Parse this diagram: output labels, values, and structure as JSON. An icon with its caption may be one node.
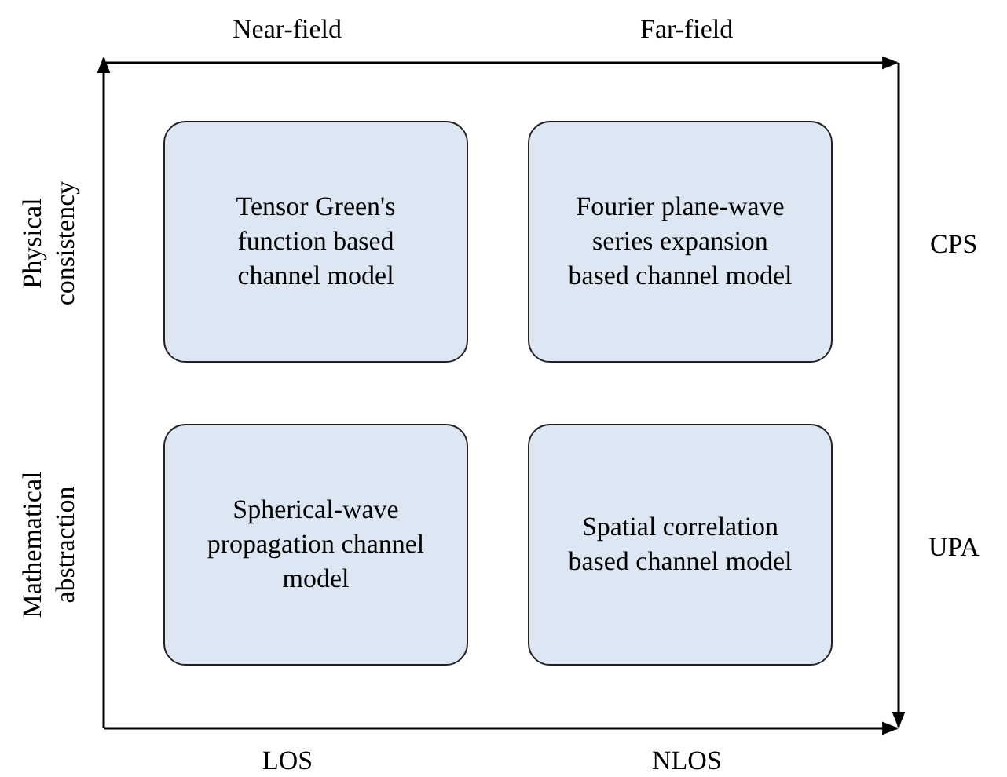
{
  "diagram": {
    "nodes": [
      {
        "text": [
          "Tensor Green's function based channel model"
        ]
      },
      {
        "text": [
          "Fourier plane-wave series expansion based channel model"
        ]
      },
      {
        "text": [
          "Spherical-wave propagation channel model"
        ]
      },
      {
        "text": [
          "Spatial correlation based channel model"
        ]
      }
    ],
    "edges": [],
    "labels": [
      "Near-field",
      "Far-field",
      "Physical consistency",
      "CPS",
      "Mathematical abstraction",
      "UPA",
      "LOS",
      "NLOS"
    ]
  }
}
